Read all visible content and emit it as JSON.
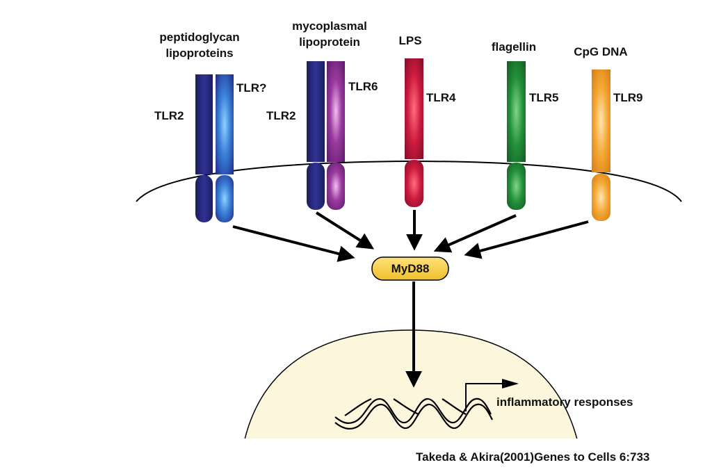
{
  "ligands": {
    "peptidoglycan": [
      "peptidoglycan",
      "lipoproteins"
    ],
    "mycoplasmal": [
      "mycoplasmal",
      "lipoprotein"
    ],
    "lps": "LPS",
    "flagellin": "flagellin",
    "cpg": "CpG DNA"
  },
  "receptors": {
    "tlr2_a": "TLR2",
    "tlr_unknown": "TLR?",
    "tlr2_b": "TLR2",
    "tlr6": "TLR6",
    "tlr4": "TLR4",
    "tlr5": "TLR5",
    "tlr9": "TLR9"
  },
  "adaptor": "MyD88",
  "output": "inflammatory responses",
  "citation": "Takeda & Akira(2001)Genes to Cells 6:733",
  "colors": {
    "tlr2": "#27287a",
    "tlr_unknown": "#3a8ee0",
    "tlr6": "#8a2a8e",
    "tlr4": "#c81a3c",
    "tlr5": "#1f8a35",
    "tlr9": "#f0a030",
    "myd88": "#f5cf4a",
    "nucleus": "#fbf6dc"
  }
}
